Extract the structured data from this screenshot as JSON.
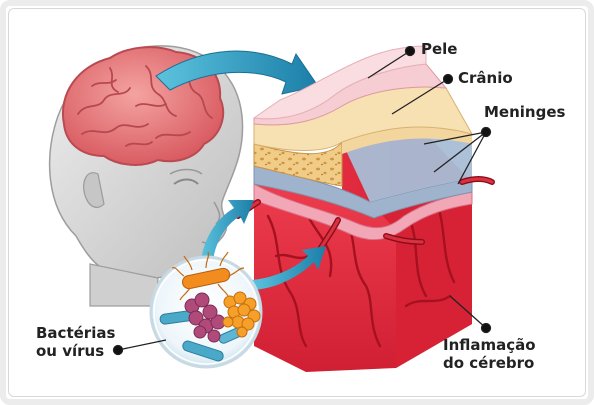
{
  "labels": {
    "pele": "Pele",
    "cranio": "Crânio",
    "meninges": "Meninges",
    "bacterias_line1": "Bactérias",
    "bacterias_line2": "ou vírus",
    "inflamacao_line1": "Inflamação",
    "inflamacao_line2": "do cérebro"
  },
  "colors": {
    "skin": "#f6cdd3",
    "skull": "#f3d08a",
    "skull_pores": "#d8a14c",
    "meninges": "#9fb3cc",
    "brain_tissue": "#e02a3c",
    "brain_dark": "#b3162a",
    "arrow": "#2a9cc0",
    "head_gray": "#cfcfcf",
    "brain_pink": "#e8787a",
    "bacteria_orange": "#f28c1e",
    "virus_purple": "#b04a7a",
    "bacteria_blue": "#4aa8c8"
  }
}
